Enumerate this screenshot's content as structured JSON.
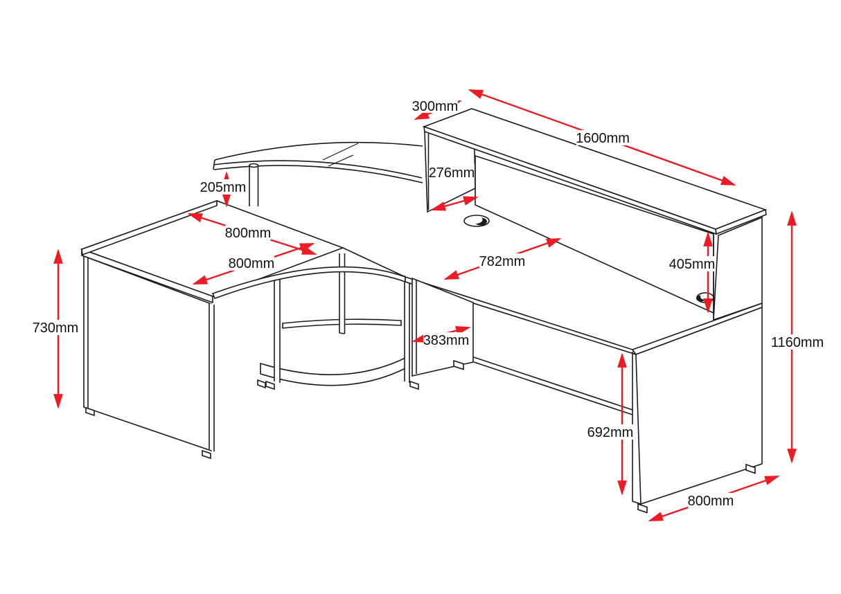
{
  "diagram": {
    "kind": "furniture-dimension-drawing",
    "unit": "mm",
    "colors": {
      "outline": "#1a1a1a",
      "dimension": "#ed1c24",
      "background": "#ffffff"
    },
    "dims": {
      "d300": {
        "label": "300mm"
      },
      "d1600": {
        "label": "1600mm"
      },
      "d276": {
        "label": "276mm"
      },
      "d205": {
        "label": "205mm"
      },
      "d800a": {
        "label": "800mm"
      },
      "d800b": {
        "label": "800mm"
      },
      "d782": {
        "label": "782mm"
      },
      "d405": {
        "label": "405mm"
      },
      "d730": {
        "label": "730mm"
      },
      "d383": {
        "label": "383mm"
      },
      "d1160": {
        "label": "1160mm"
      },
      "d692": {
        "label": "692mm"
      },
      "d800c": {
        "label": "800mm"
      }
    }
  }
}
